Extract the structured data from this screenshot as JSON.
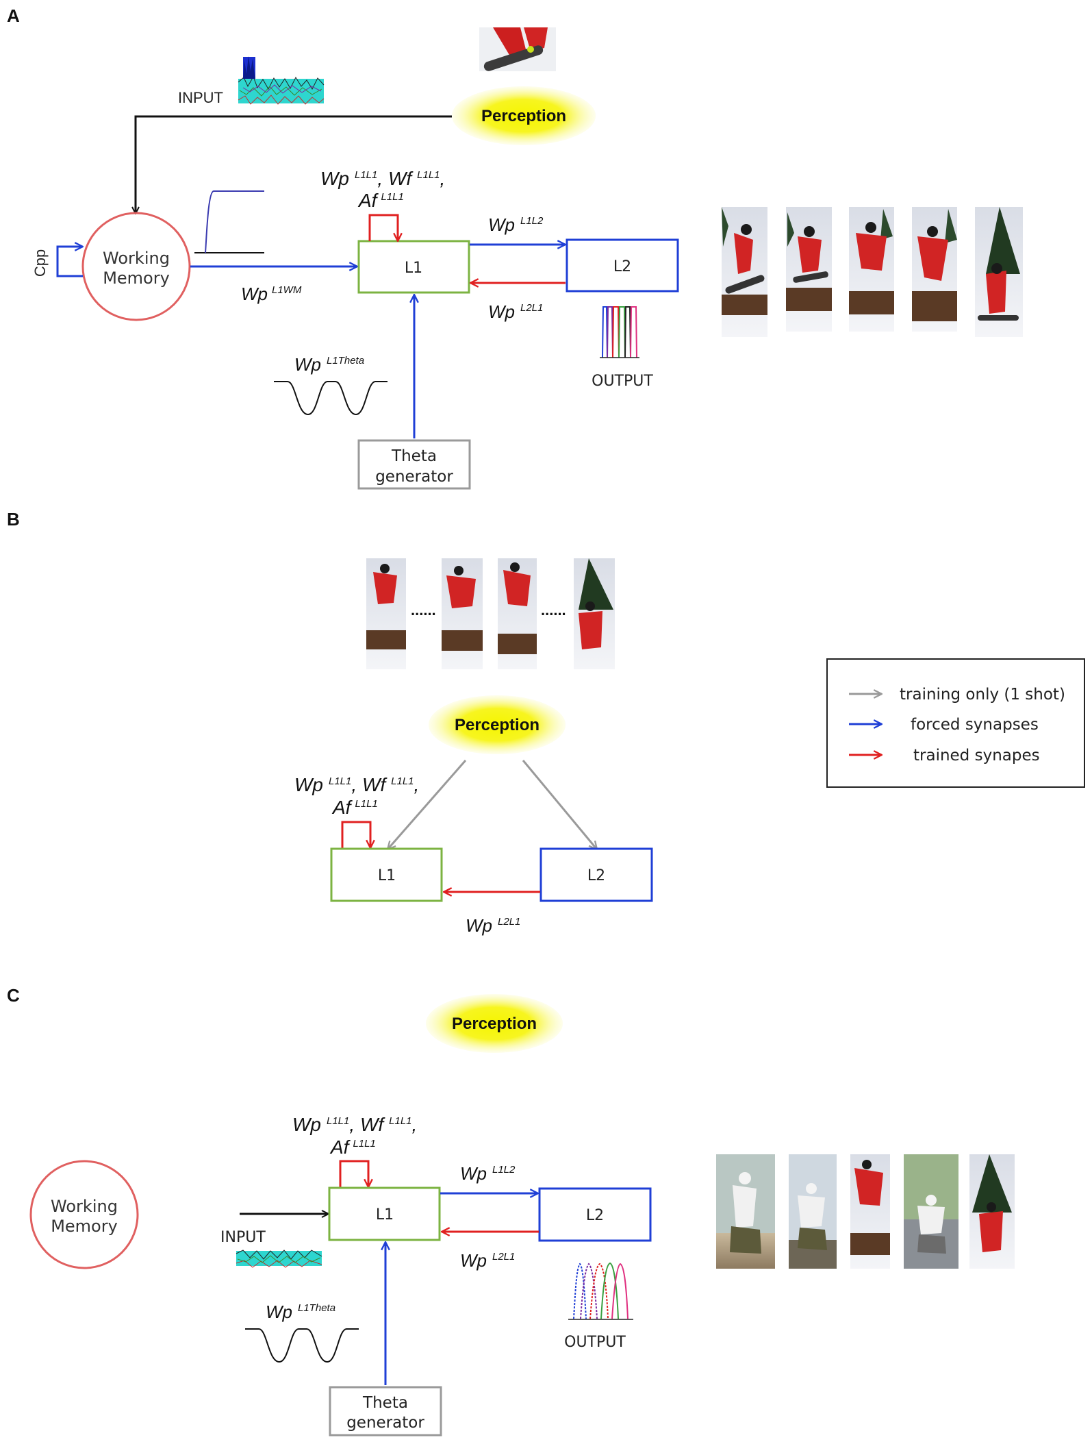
{
  "panels": {
    "a": {
      "letter": "A",
      "input_label": "INPUT",
      "perception": "Perception",
      "working_memory": [
        "Working",
        "Memory"
      ],
      "cpp": "Cpp",
      "l1": "L1",
      "l2": "L2",
      "self_label": {
        "wp": "Wp",
        "wp_sup": "L1L1",
        "wf": "Wf",
        "wf_sup": "L1L1",
        "af": "Af",
        "af_sup": "L1L1"
      },
      "wp_l1wm": {
        "base": "Wp",
        "sup": "L1WM"
      },
      "wp_l1l2": {
        "base": "Wp",
        "sup": "L1L2"
      },
      "wp_l2l1": {
        "base": "Wp",
        "sup": "L2L1"
      },
      "wp_theta": {
        "base": "Wp",
        "sup": "L1Theta"
      },
      "theta": [
        "Theta",
        "generator"
      ],
      "output": "OUTPUT"
    },
    "b": {
      "letter": "B",
      "perception": "Perception",
      "l1": "L1",
      "l2": "L2",
      "self_label": {
        "wp": "Wp",
        "wp_sup": "L1L1",
        "wf": "Wf",
        "wf_sup": "L1L1",
        "af": "Af",
        "af_sup": "L1L1"
      },
      "wp_l2l1": {
        "base": "Wp",
        "sup": "L2L1"
      },
      "dots": "......"
    },
    "c": {
      "letter": "C",
      "perception": "Perception",
      "working_memory": [
        "Working",
        "Memory"
      ],
      "input_label": "INPUT",
      "l1": "L1",
      "l2": "L2",
      "self_label": {
        "wp": "Wp",
        "wp_sup": "L1L1",
        "wf": "Wf",
        "wf_sup": "L1L1",
        "af": "Af",
        "af_sup": "L1L1"
      },
      "wp_l1l2": {
        "base": "Wp",
        "sup": "L1L2"
      },
      "wp_l2l1": {
        "base": "Wp",
        "sup": "L2L1"
      },
      "wp_theta": {
        "base": "Wp",
        "sup": "L1Theta"
      },
      "theta": [
        "Theta",
        "generator"
      ],
      "output": "OUTPUT"
    }
  },
  "legend": {
    "items": [
      {
        "label": "training only (1 shot)",
        "color": "#999999"
      },
      {
        "label": "forced synapses",
        "color": "#1f3fd6"
      },
      {
        "label": "trained synapes",
        "color": "#e02020"
      }
    ]
  },
  "colors": {
    "blue": "#1f3fd6",
    "red": "#e02020",
    "green": "#7cb342",
    "gray": "#9a9a9a",
    "wm_circle": "#e06060",
    "perception_glow": "#f5f500"
  }
}
